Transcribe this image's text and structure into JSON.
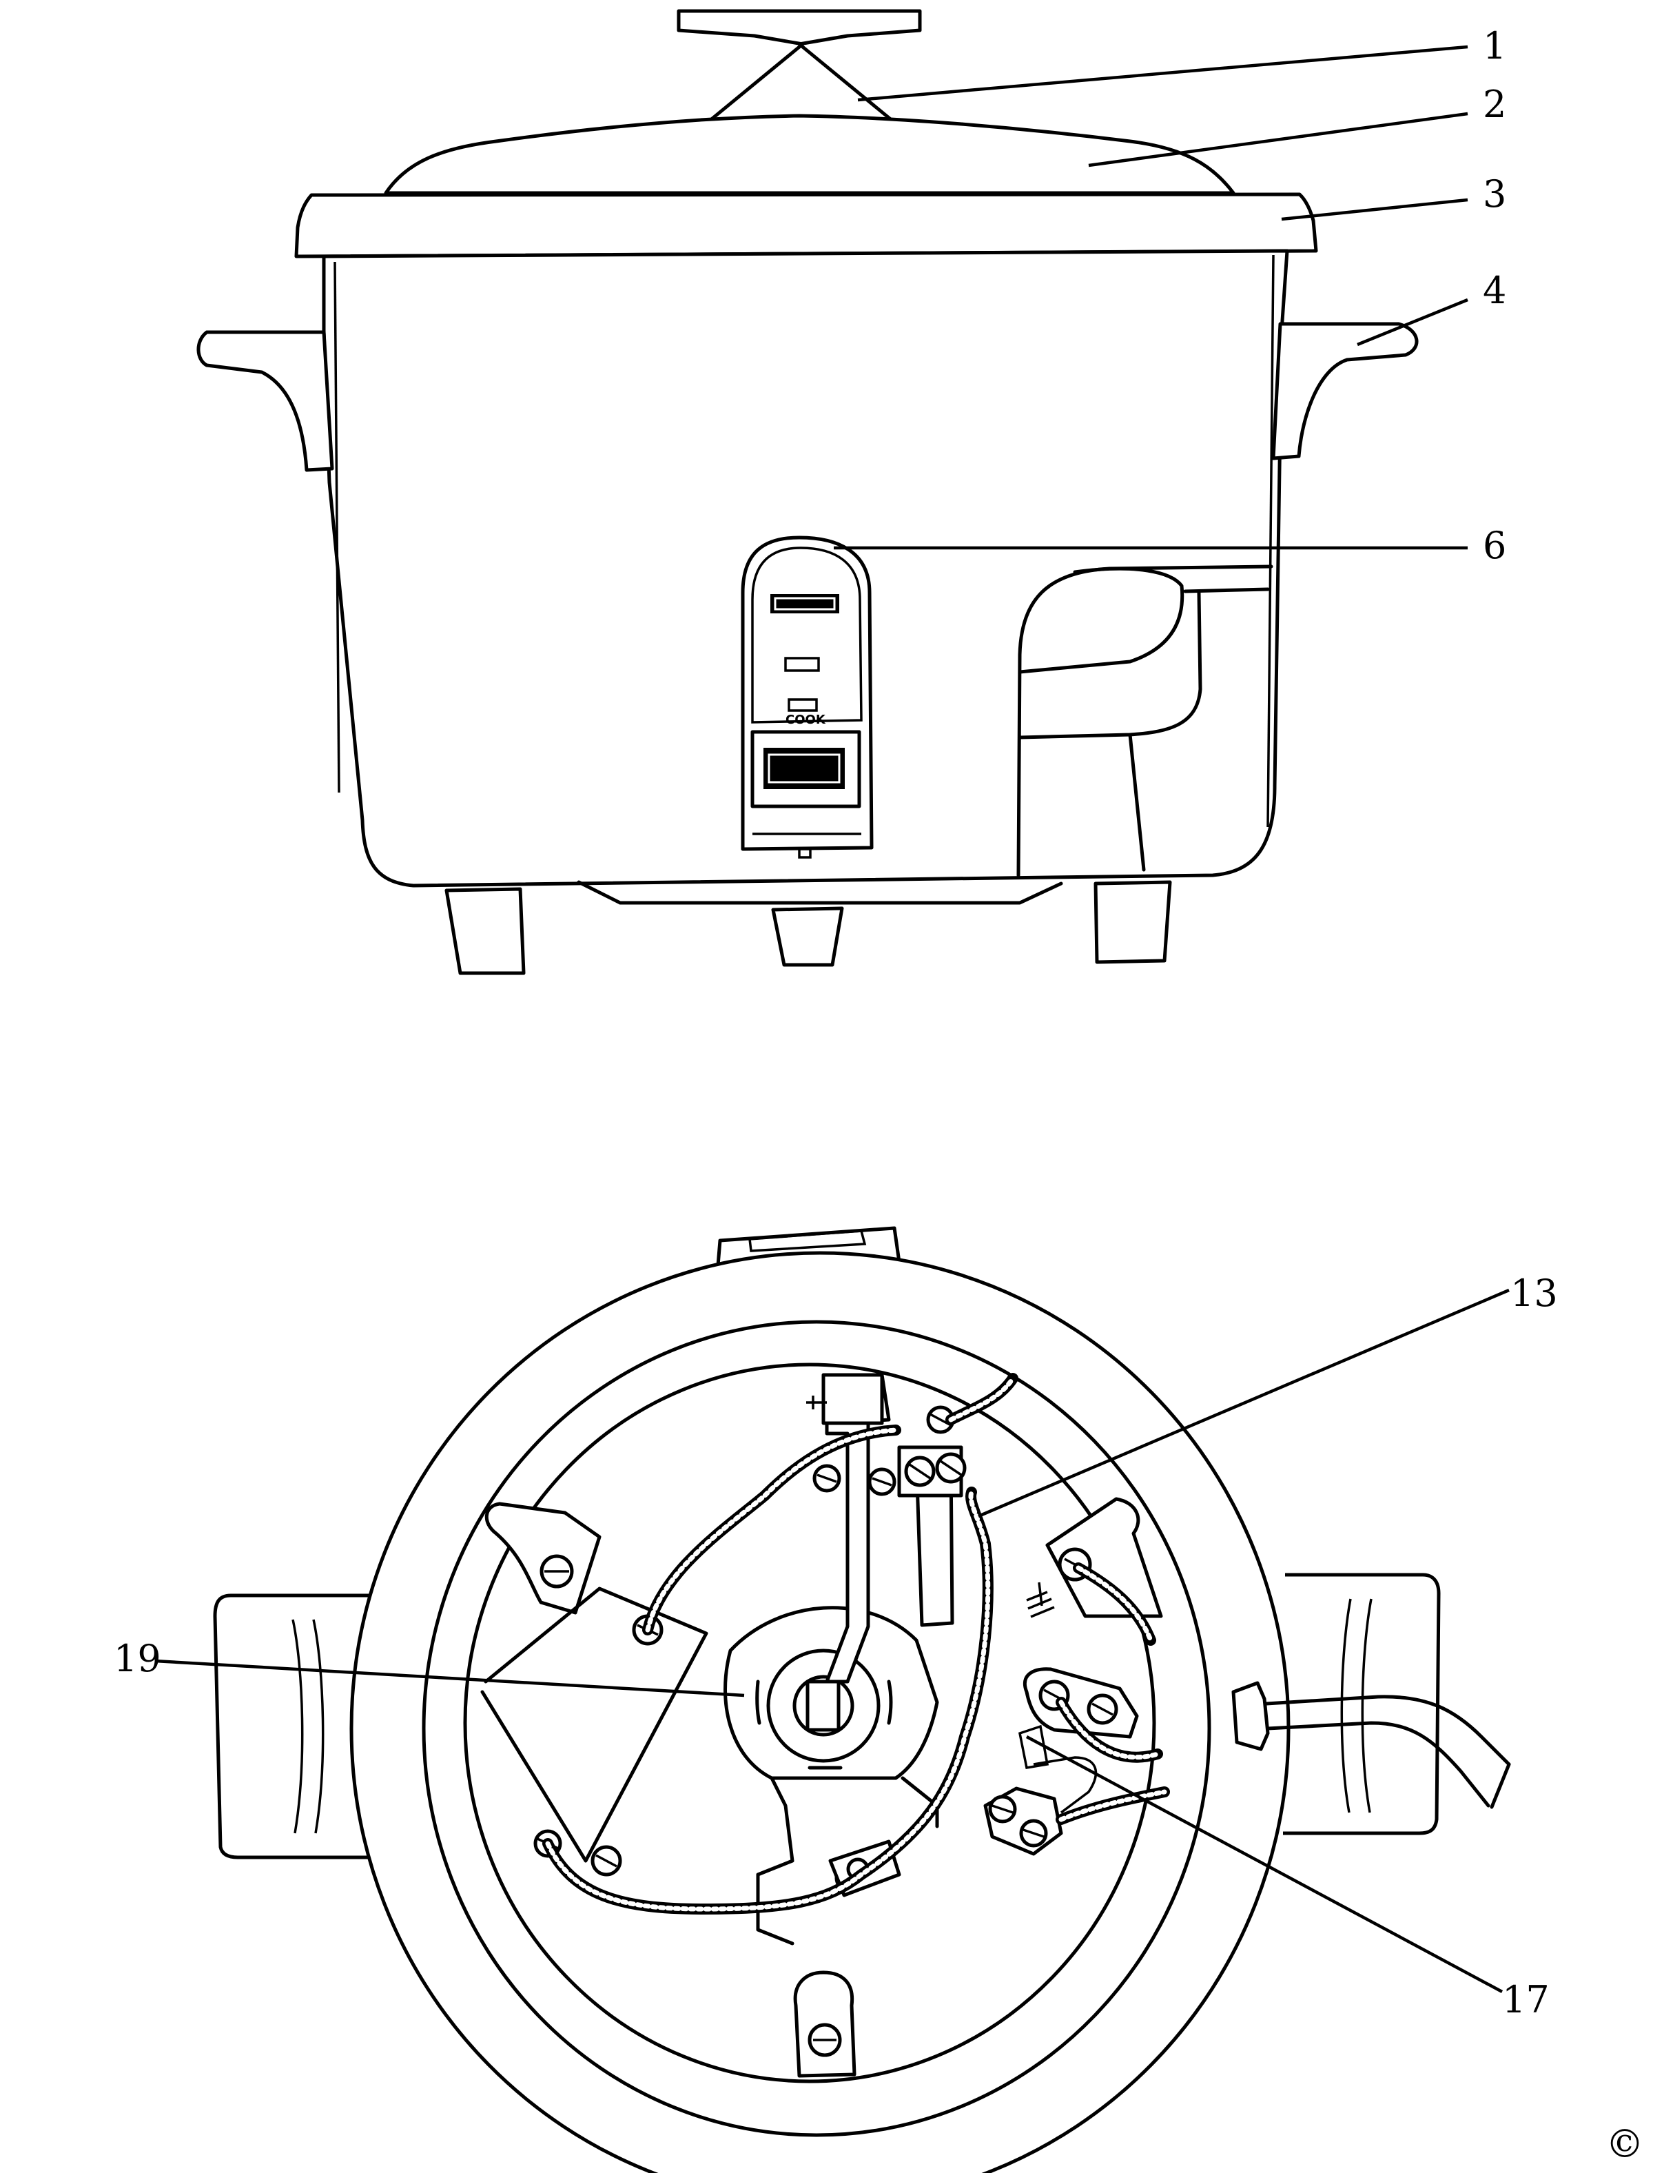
{
  "callouts": [
    {
      "id": "1",
      "label": "1"
    },
    {
      "id": "2",
      "label": "2"
    },
    {
      "id": "3",
      "label": "3"
    },
    {
      "id": "4",
      "label": "4"
    },
    {
      "id": "6",
      "label": "6"
    },
    {
      "id": "13",
      "label": "13"
    },
    {
      "id": "17",
      "label": "17"
    },
    {
      "id": "19",
      "label": "19"
    }
  ],
  "control_panel": {
    "switch_label": "COOK"
  },
  "copyright_mark": "©"
}
